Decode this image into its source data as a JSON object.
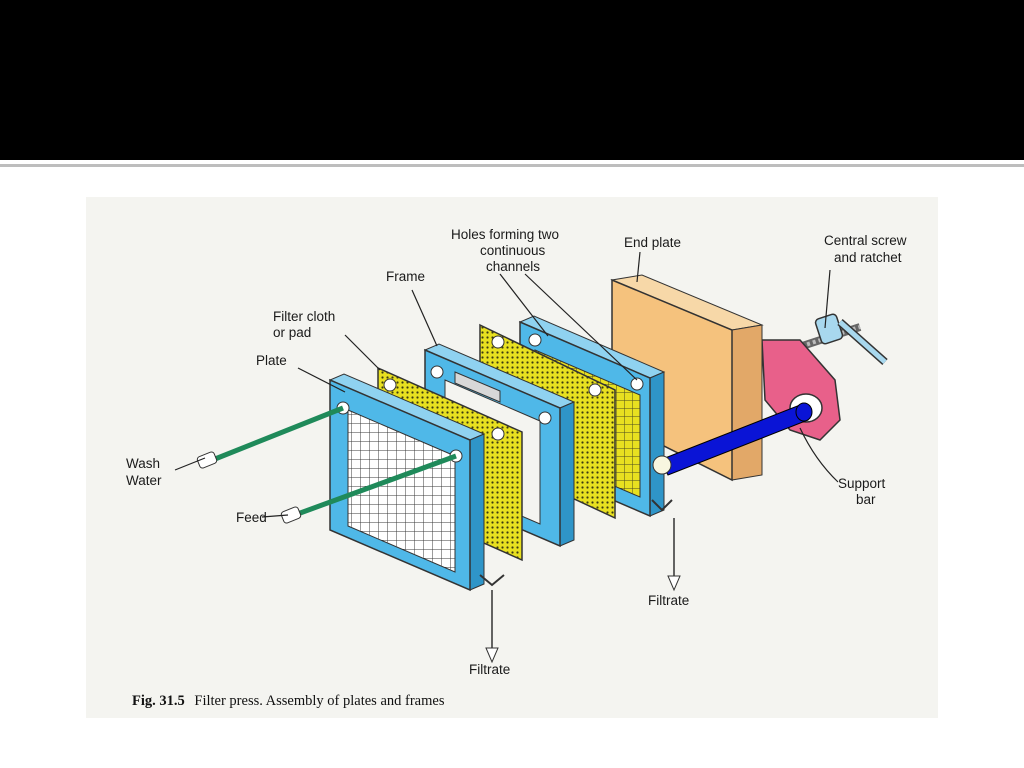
{
  "labels": {
    "holes_line1": "Holes forming two",
    "holes_line2": "continuous",
    "holes_line3": "channels",
    "end_plate": "End plate",
    "central_screw_line1": "Central screw",
    "central_screw_line2": "and ratchet",
    "frame": "Frame",
    "filter_cloth_line1": "Filter cloth",
    "filter_cloth_line2": "or pad",
    "plate": "Plate",
    "wash_water_line1": "Wash",
    "wash_water_line2": "Water",
    "feed": "Feed",
    "support_bar_line1": "Support",
    "support_bar_line2": "bar",
    "filtrate_right": "Filtrate",
    "filtrate_bottom": "Filtrate"
  },
  "caption": {
    "fig_number": "Fig. 31.5",
    "text": "Filter press. Assembly of plates and frames"
  },
  "colors": {
    "title_bar": "#000000",
    "plate_blue": "#4fb8e8",
    "cloth_yellow": "#e8e020",
    "end_plate": "#f5c27d",
    "screw_pink": "#e8608a",
    "support_bar": "#0a14d6",
    "pipe_green": "#1f8a5a"
  }
}
